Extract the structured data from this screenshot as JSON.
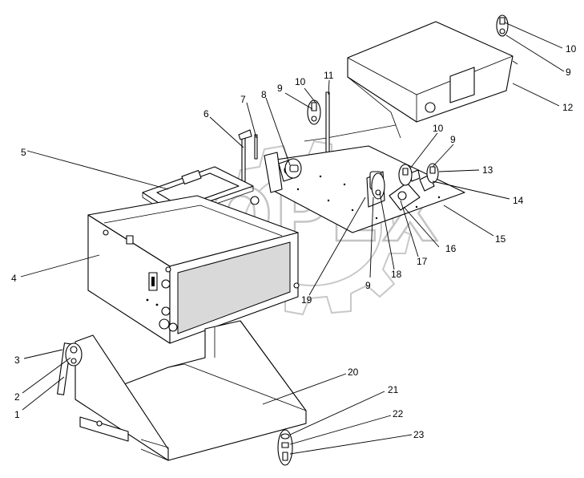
{
  "watermark": {
    "logo_text": "OPEX"
  },
  "callouts": [
    {
      "id": "c1",
      "label": "1"
    },
    {
      "id": "c2",
      "label": "2"
    },
    {
      "id": "c3",
      "label": "3"
    },
    {
      "id": "c4",
      "label": "4"
    },
    {
      "id": "c5",
      "label": "5"
    },
    {
      "id": "c6",
      "label": "6"
    },
    {
      "id": "c7",
      "label": "7"
    },
    {
      "id": "c8",
      "label": "8"
    },
    {
      "id": "c9a",
      "label": "9"
    },
    {
      "id": "c10a",
      "label": "10"
    },
    {
      "id": "c11",
      "label": "11"
    },
    {
      "id": "c10b",
      "label": "10"
    },
    {
      "id": "c9b",
      "label": "9"
    },
    {
      "id": "c12",
      "label": "12"
    },
    {
      "id": "c10c",
      "label": "10"
    },
    {
      "id": "c9c",
      "label": "9"
    },
    {
      "id": "c13",
      "label": "13"
    },
    {
      "id": "c14",
      "label": "14"
    },
    {
      "id": "c15",
      "label": "15"
    },
    {
      "id": "c16",
      "label": "16"
    },
    {
      "id": "c17",
      "label": "17"
    },
    {
      "id": "c18",
      "label": "18"
    },
    {
      "id": "c9d",
      "label": "9"
    },
    {
      "id": "c19",
      "label": "19"
    },
    {
      "id": "c20",
      "label": "20"
    },
    {
      "id": "c21",
      "label": "21"
    },
    {
      "id": "c22",
      "label": "22"
    },
    {
      "id": "c23",
      "label": "23"
    }
  ]
}
